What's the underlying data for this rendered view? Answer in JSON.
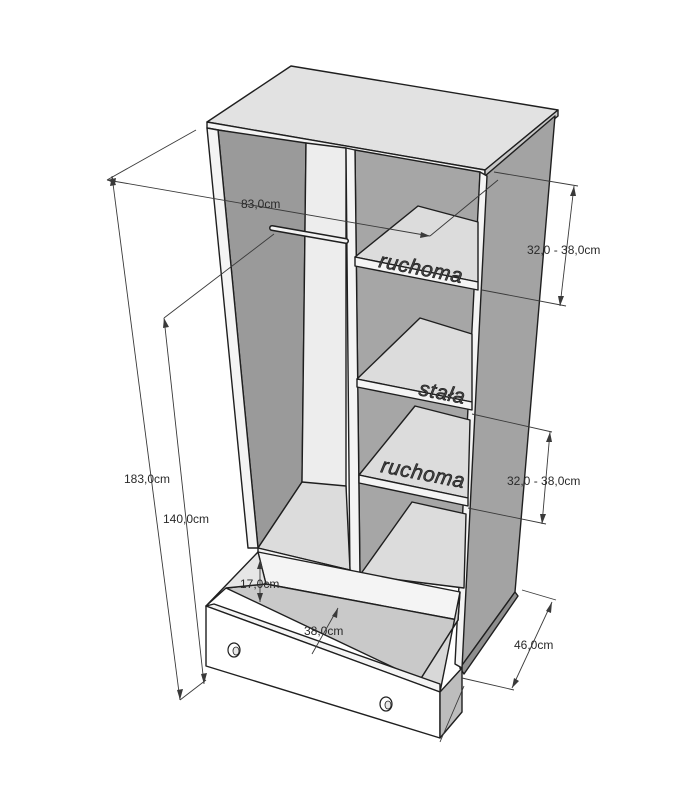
{
  "dimensions": {
    "width": "83,0cm",
    "height_total": "183,0cm",
    "height_inner": "140,0cm",
    "shelf_gap_top": "32,0 - 38,0cm",
    "shelf_gap_bottom": "32,0 - 38,0cm",
    "drawer_height": "17,0cm",
    "drawer_width": "38,0cm",
    "depth": "46,0cm"
  },
  "shelf_labels": {
    "top": "ruchoma",
    "middle": "stała",
    "bottom": "ruchoma"
  },
  "colors": {
    "top_surface": "#e2e2e2",
    "interior_back": "#9a9a9a",
    "side_exterior": "#a3a3a3",
    "shelf_surface": "#dcdcdc",
    "drawer_inside": "#c9c9c9",
    "drawer_front": "#ffffff",
    "outline": "#1f1f1f"
  }
}
